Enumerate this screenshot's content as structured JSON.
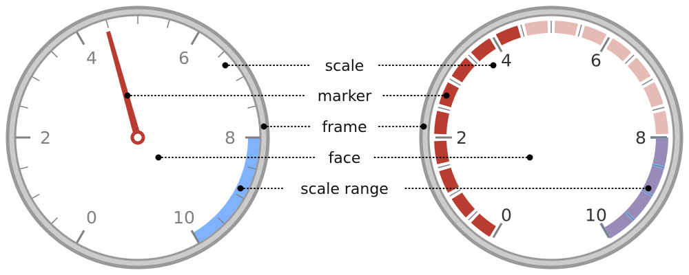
{
  "annotations": [
    "scale",
    "marker",
    "frame",
    "face",
    "scale range"
  ],
  "scale": {
    "min": 0,
    "max": 10,
    "major_step": 2,
    "minor_step": 0.5,
    "tick_labels": [
      "0",
      "2",
      "4",
      "6",
      "8",
      "10"
    ]
  },
  "gauges": [
    {
      "name": "needle-gauge",
      "value": 4.48,
      "range": [
        8,
        10
      ],
      "range_color": "#80b3ff",
      "needle_color": "#b83c30",
      "label_color": "#808080"
    },
    {
      "name": "segmented-gauge",
      "value": 4.5,
      "range": [
        8,
        10
      ],
      "fill_color": "#b83c30",
      "empty_color": "#e6bab5",
      "range_color": "#978cb8",
      "range_tick_color": "#80b3ff",
      "label_color": "#333333"
    }
  ],
  "colors": {
    "frame_fill": "#cccccc",
    "frame_stroke": "#999999",
    "tick": "#808080"
  }
}
